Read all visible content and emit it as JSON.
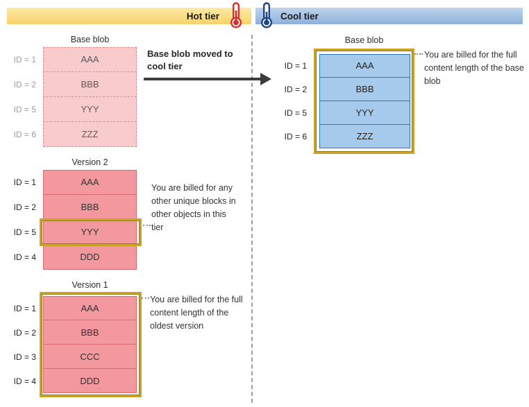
{
  "header": {
    "hot": {
      "label": "Hot tier",
      "icon": "thermometer-icon",
      "bar_color": "#F7D36B"
    },
    "cool": {
      "label": "Cool tier",
      "icon": "thermometer-icon",
      "bar_color": "#8FB0DA"
    }
  },
  "colors": {
    "gold_highlight": "#C9A227",
    "hot_block_fill": "#F2989E",
    "hot_block_border": "#D96A70",
    "hot_faded_fill": "#F8CBCD",
    "hot_faded_border": "#E9858C",
    "cool_block_fill": "#A5CAEB",
    "cool_block_border": "#2F74B5",
    "thermometer_hot": "#D92B2B",
    "thermometer_cool": "#1C4587",
    "arrow": "#3C3C3C"
  },
  "annotations": {
    "move": "Base blob moved to cool tier",
    "cool_base": "You are billed for the full content length of the base blob",
    "version2": "You are billed for any other unique blocks in other objects in this tier",
    "version1": "You are billed for the full content length of the oldest version"
  },
  "tables": {
    "hot_base": {
      "title": "Base blob",
      "style": "faded-pink-dashed",
      "rows": [
        {
          "id": "ID = 1",
          "block": "AAA"
        },
        {
          "id": "ID = 2",
          "block": "BBB"
        },
        {
          "id": "ID = 5",
          "block": "YYY"
        },
        {
          "id": "ID = 6",
          "block": "ZZZ"
        }
      ]
    },
    "version2": {
      "title": "Version 2",
      "style": "pink",
      "rows": [
        {
          "id": "ID = 1",
          "block": "AAA"
        },
        {
          "id": "ID = 2",
          "block": "BBB"
        },
        {
          "id": "ID = 5",
          "block": "YYY",
          "highlight": true
        },
        {
          "id": "ID = 4",
          "block": "DDD"
        }
      ]
    },
    "version1": {
      "title": "Version 1",
      "style": "pink",
      "gold_box": true,
      "rows": [
        {
          "id": "ID = 1",
          "block": "AAA"
        },
        {
          "id": "ID = 2",
          "block": "BBB"
        },
        {
          "id": "ID = 3",
          "block": "CCC"
        },
        {
          "id": "ID = 4",
          "block": "DDD"
        }
      ]
    },
    "cool_base": {
      "title": "Base blob",
      "style": "blue",
      "gold_box": true,
      "rows": [
        {
          "id": "ID = 1",
          "block": "AAA"
        },
        {
          "id": "ID = 2",
          "block": "BBB"
        },
        {
          "id": "ID = 5",
          "block": "YYY"
        },
        {
          "id": "ID = 6",
          "block": "ZZZ"
        }
      ]
    }
  }
}
